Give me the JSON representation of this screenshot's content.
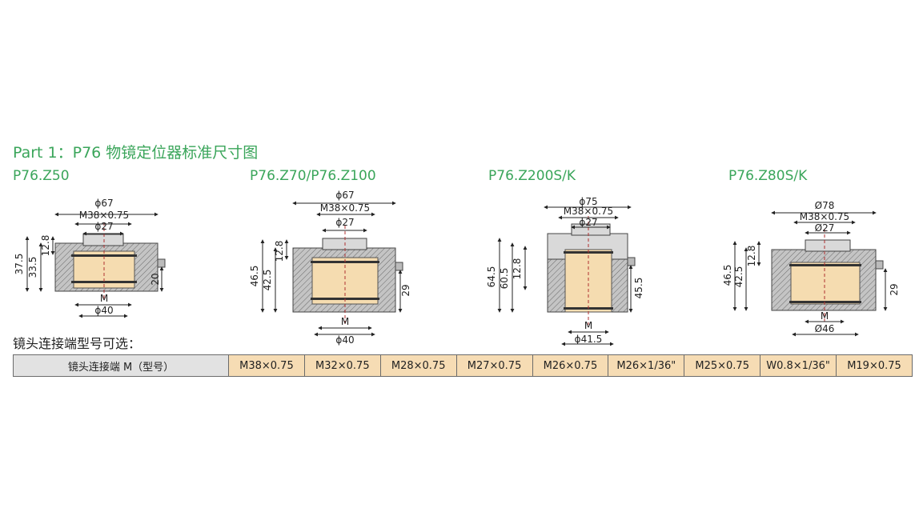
{
  "part_title": "Part 1：P76 物镜定位器标准尺寸图",
  "colors": {
    "accent": "#3aa55a",
    "body": "#bfbfbf",
    "lens": "#f5dcb0",
    "cap": "#d9d9d9",
    "option_fill": "#f6dcb4",
    "header_fill": "#e2e2e2"
  },
  "models": [
    {
      "title": "P76.Z50",
      "dims": {
        "top1": "ϕ67",
        "top2": "M38×0.75",
        "top3": "ϕ27",
        "l1": "37.5",
        "l2": "33.5",
        "l3": "12.8",
        "r1": "20",
        "b1": "M",
        "b2": "ϕ40"
      }
    },
    {
      "title": "P76.Z70/P76.Z100",
      "dims": {
        "top1": "ϕ67",
        "top2": "M38×0.75",
        "top3": "ϕ27",
        "l1": "46.5",
        "l2": "42.5",
        "l3": "12.8",
        "r1": "29",
        "b1": "M",
        "b2": "ϕ40"
      }
    },
    {
      "title": "P76.Z200S/K",
      "dims": {
        "top1": "ϕ75",
        "top2": "M38×0.75",
        "top3": "ϕ27",
        "l1": "64.5",
        "l2": "60.5",
        "l3": "12.8",
        "r1": "45.5",
        "b1": "M",
        "b2": "ϕ41.5"
      }
    },
    {
      "title": "P76.Z80S/K",
      "dims": {
        "top1": "Ø78",
        "top2": "M38×0.75",
        "top3": "Ø27",
        "l1": "46.5",
        "l2": "42.5",
        "l3": "12.8",
        "r1": "29",
        "b1": "M",
        "b2": "Ø46"
      }
    }
  ],
  "options": {
    "label": "镜头连接端型号可选：",
    "header": "镜头连接端 M（型号）",
    "values": [
      "M38×0.75",
      "M32×0.75",
      "M28×0.75",
      "M27×0.75",
      "M26×0.75",
      "M26×1/36\"",
      "M25×0.75",
      "W0.8×1/36\"",
      "M19×0.75"
    ]
  }
}
